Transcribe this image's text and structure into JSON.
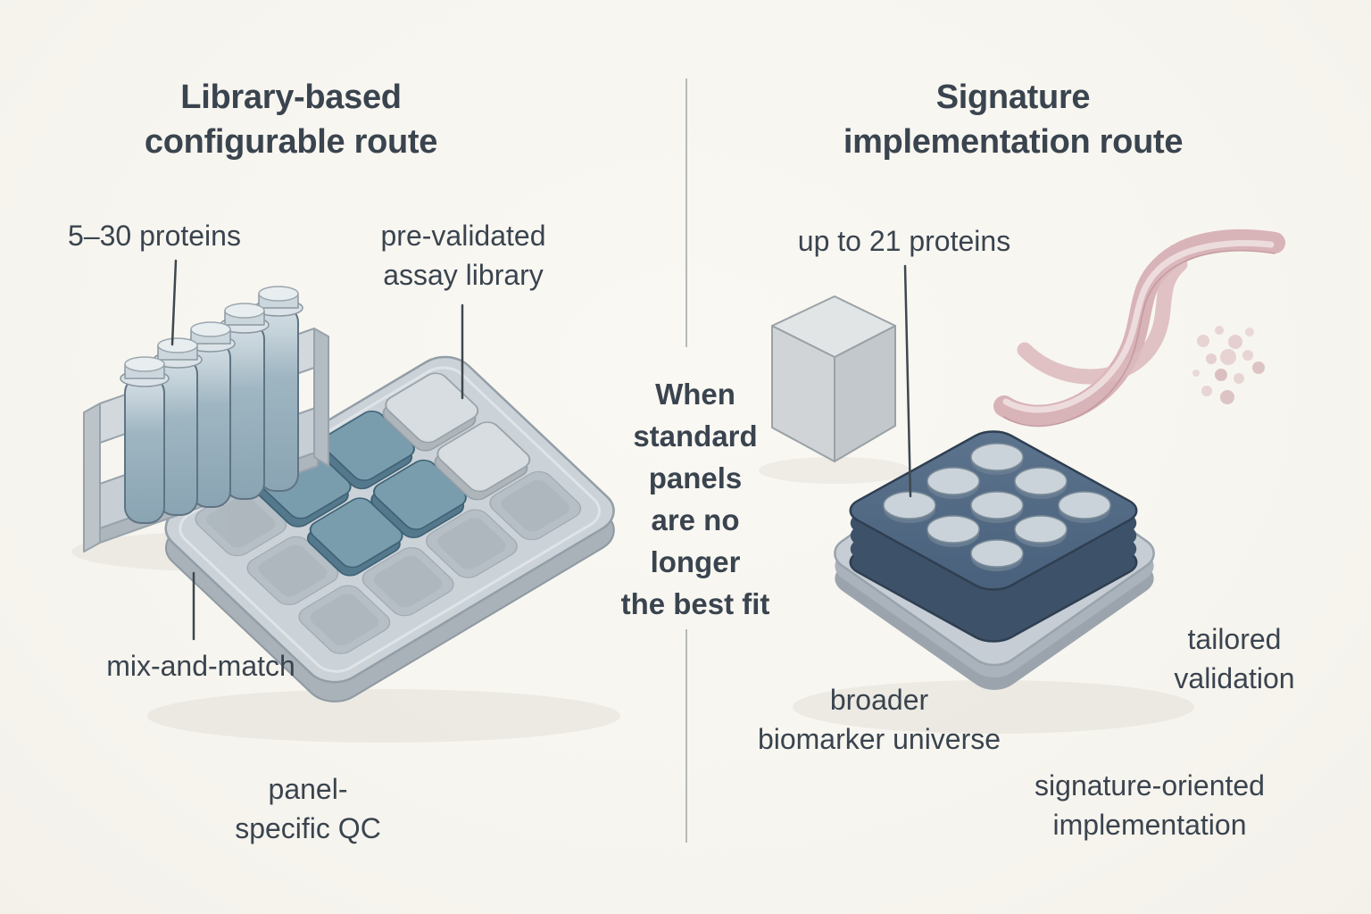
{
  "canvas": {
    "background": "#f7f5ef",
    "ink": "#3a444f",
    "divider_color": "#b7bab9"
  },
  "left_panel": {
    "title": "Library-based\nconfigurable route",
    "labels": {
      "protein_range": "5–30 proteins",
      "assay_library": "pre-validated\nassay library",
      "mix_and_match": "mix-and-match",
      "panel_qc": "panel-\nspecific QC"
    },
    "illustration": {
      "tube_rack_icon": "tube-rack",
      "assay_tray_icon": "assay-tray",
      "tile_teal": "#7a9dae",
      "tile_teal_side": "#54788c",
      "tile_light": "#d7dde0",
      "tray_gray": "#cbd2d8"
    }
  },
  "divider": {
    "note": "When\nstandard\npanels\nare no\nlonger\nthe best fit"
  },
  "right_panel": {
    "title": "Signature\nimplementation route",
    "labels": {
      "protein_count": "up to 21 proteins",
      "biomarker_universe": "broader\nbiomarker universe",
      "tailored_validation": "tailored\nvalidation",
      "signature_implementation": "signature-oriented\nimplementation"
    },
    "illustration": {
      "sample_cube_icon": "sample-cube",
      "signature_chip_icon": "signature-chip",
      "dna_ribbon_icon": "dna-ribbon",
      "molecule_cluster_icon": "molecule-cluster",
      "chip_navy": "#4c6480",
      "chip_side": "#3d5169",
      "ribbon_pink": "#cfa3a9"
    }
  }
}
